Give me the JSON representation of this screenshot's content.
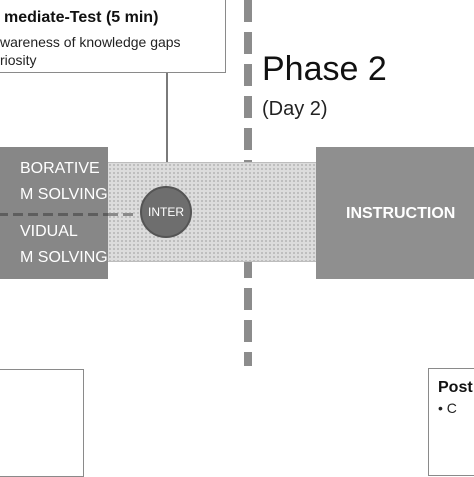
{
  "callout": {
    "title": "mediate-Test (5 min)",
    "line1": "wareness of knowledge gaps",
    "line2": "riosity"
  },
  "phase": {
    "title": "Phase 2",
    "subtitle": "(Day 2)"
  },
  "left_block": {
    "line1": "BORATIVE",
    "line2": "M SOLVING",
    "line3": "VIDUAL",
    "line4": "M SOLVING"
  },
  "inter_label": "INTER",
  "instruction_label": "INSTRUCTION",
  "bottom_right": {
    "title": "Post",
    "bullet": "•  C"
  },
  "colors": {
    "block_gray": "#878787",
    "inter_circle": "#6e6e6e",
    "dashed_line": "#8c8c8c"
  }
}
